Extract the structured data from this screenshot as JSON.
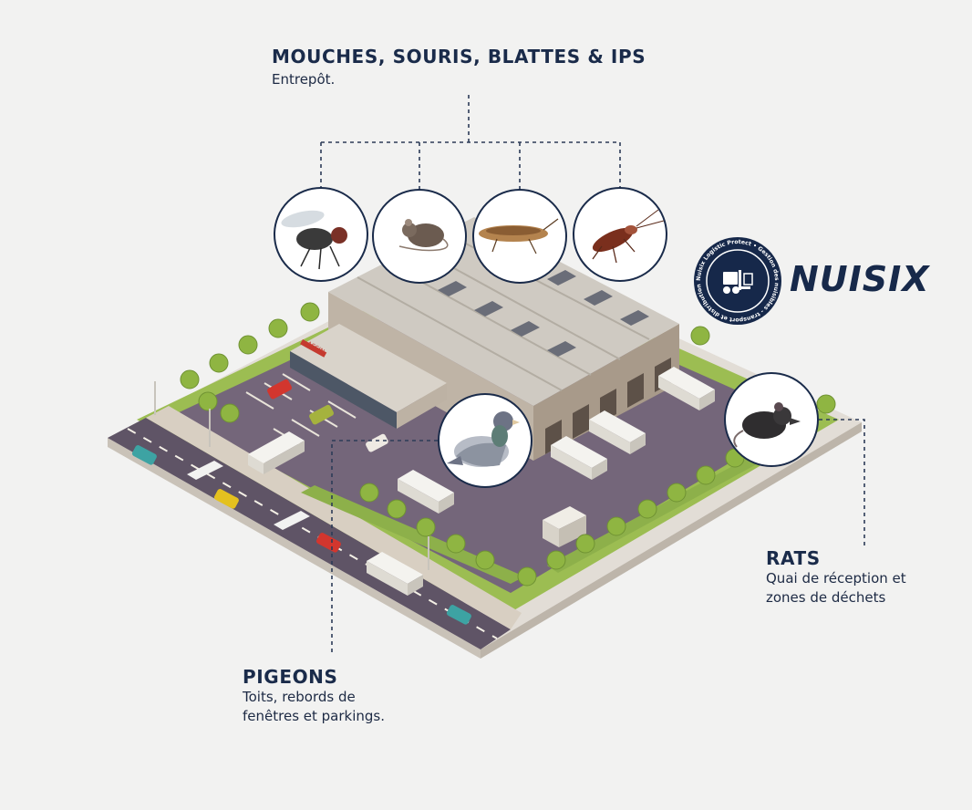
{
  "warehouse_label": {
    "title": "MOUCHES, SOURIS, BLATTES & IPS",
    "subtitle": "Entrepôt."
  },
  "rats_label": {
    "title": "RATS",
    "subtitle_lines": [
      "Quai de réception et",
      "zones de déchets"
    ]
  },
  "pigeons_label": {
    "title": "PIGEONS",
    "subtitle_lines": [
      "Toits, rebords de",
      "fenêtres et parkings."
    ]
  },
  "brand": {
    "name": "NUISIX",
    "badge_text": "Nuisix Logistic Protect • Gestion des nuisibles - transport et distribution"
  },
  "building_sign": "ASSIN",
  "pests": [
    {
      "name": "Mouches",
      "icon": "fly-icon"
    },
    {
      "name": "Souris",
      "icon": "mouse-icon"
    },
    {
      "name": "Ips",
      "icon": "moth-icon"
    },
    {
      "name": "Blattes",
      "icon": "cockroach-icon"
    },
    {
      "name": "Pigeons",
      "icon": "pigeon-icon"
    },
    {
      "name": "Rats",
      "icon": "rat-icon"
    }
  ],
  "colors": {
    "navy": "#1a2b4a",
    "road": "#6b5f70",
    "grass": "#9cbd52",
    "roof": "#c9c4bc",
    "background": "#f2f2f1"
  }
}
